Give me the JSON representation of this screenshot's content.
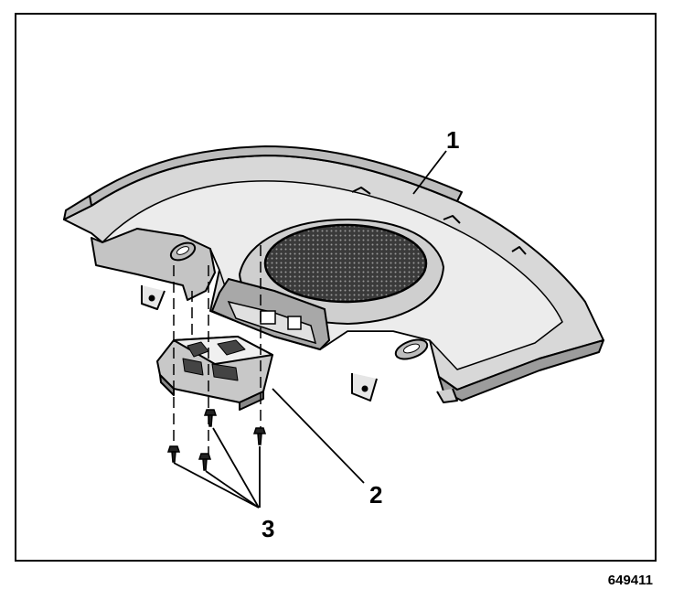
{
  "callouts": {
    "c1": "1",
    "c2": "2",
    "c3": "3"
  },
  "figure_number": "649411",
  "colors": {
    "line": "#000000",
    "panel_fill": "#dcdcdc",
    "panel_dark": "#9c9c9c",
    "background": "#ffffff"
  }
}
